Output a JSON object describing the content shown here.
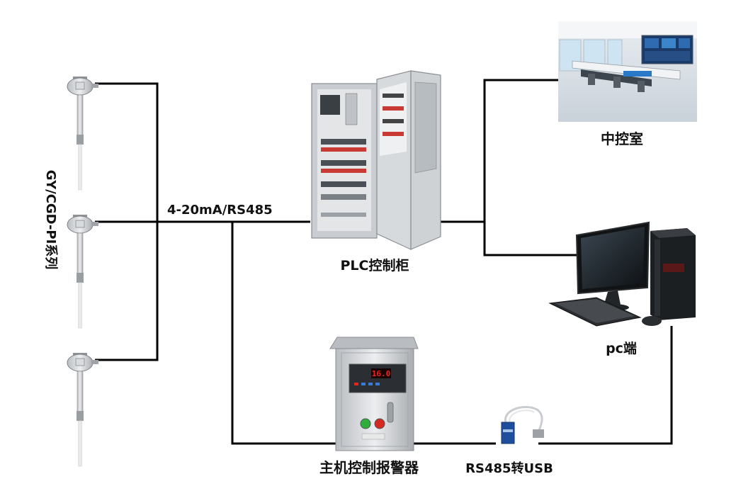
{
  "labels": {
    "sensor_series": "GY/CGD-PI系列",
    "signal": "4-20mA/RS485",
    "plc_cabinet": "PLC控制柜",
    "control_room": "中控室",
    "pc": "pc端",
    "host_alarm": "主机控制报警器",
    "converter": "RS485转USB"
  },
  "alarm_display": "16.0",
  "colors": {
    "wire": "#000000",
    "cabinet": "#d4d6d8",
    "display": "#e8251c",
    "button_green": "#2fae3c",
    "button_red": "#d52a22"
  },
  "icons": [
    "gas-detector-icon",
    "plc-cabinet-icon",
    "control-room-icon",
    "pc-icon",
    "alarm-box-icon",
    "usb-converter-icon"
  ]
}
